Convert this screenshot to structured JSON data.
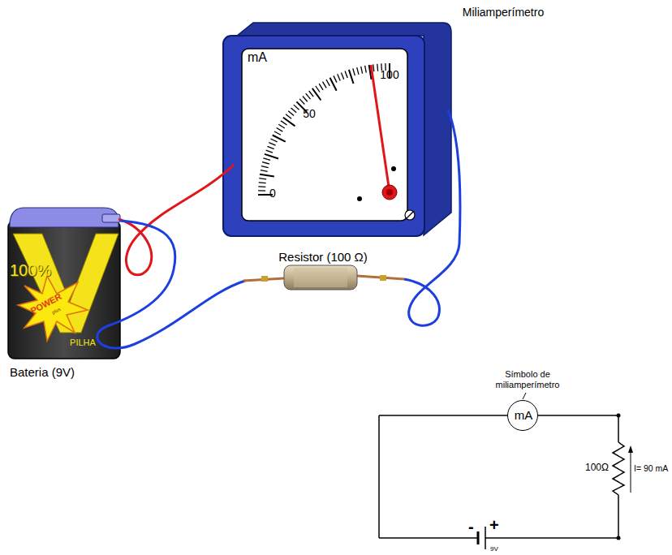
{
  "diagram": {
    "nodes": [
      {
        "text": [
          "Miliamperímetro",
          "mA"
        ]
      },
      {
        "text": [
          "mA"
        ]
      }
    ],
    "labels": [
      "100",
      "50",
      "0",
      "Resistor (100 Ω)",
      "Bateria (9V)",
      "100%",
      "POWER",
      "plus",
      "PILHA",
      "Símbolo de miliamperímetro",
      "100Ω",
      "I= 90 mA",
      "-",
      "+",
      "9V"
    ]
  }
}
